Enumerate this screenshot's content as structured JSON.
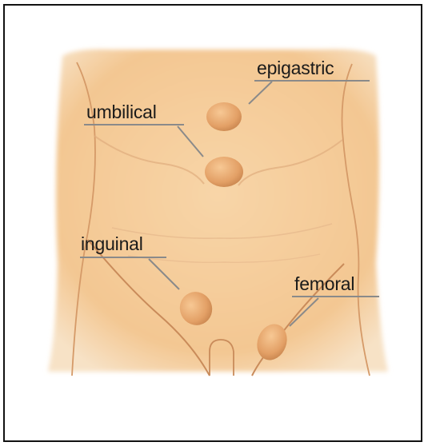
{
  "labels": {
    "epigastric": "epigastric",
    "umbilical": "umbilical",
    "inguinal": "inguinal",
    "femoral": "femoral"
  },
  "colors": {
    "skin": "#f6cf9e",
    "skin_edge": "#f9e6cc",
    "shadow": "#d49a6a",
    "bulge": "#e9a971",
    "line": "#8a8a8a",
    "text": "#1a1a1a"
  }
}
